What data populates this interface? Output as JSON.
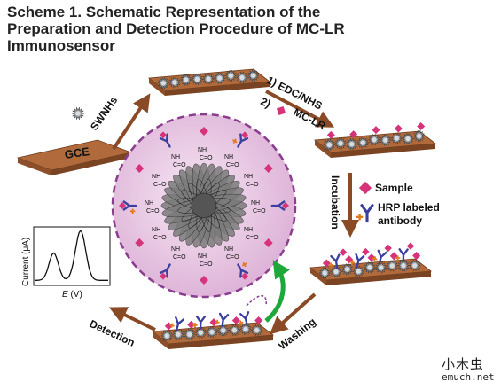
{
  "title": {
    "line1": "Scheme 1.  Schematic Representation of the",
    "line2": "Preparation and Detection Procedure of MC-LR",
    "line3": "Immunosensor"
  },
  "steps": {
    "swnhs": "SWNHs",
    "step1": "1) EDC/NHS",
    "step2": "2)",
    "mclr": "MC-LR",
    "incubation": "Incubation",
    "washing": "Washing",
    "detection": "Detection"
  },
  "electrode": {
    "label": "GCE"
  },
  "legend": {
    "sample": "Sample",
    "hrp_line1": "HRP labeled",
    "hrp_line2": "antibody"
  },
  "graph": {
    "ylabel": "Current (μA)",
    "xlabel_italic": "E",
    "xlabel_unit": " (V)"
  },
  "chem": {
    "nh": "NH",
    "c": "C",
    "o": "O",
    "eq": "="
  },
  "watermark": {
    "line1": "小木虫",
    "line2": "emuch.net"
  },
  "colors": {
    "electrode": "#b06a3b",
    "electrode_side": "#7a4322",
    "arrow": "#8a4a26",
    "circle_fill": "#e8c7e2",
    "circle_stroke": "#8a3d8f",
    "sample": "#d6337a",
    "antibody": "#3b3f9e",
    "hrp": "#e07a1f",
    "green_arrow": "#1ea83c"
  }
}
